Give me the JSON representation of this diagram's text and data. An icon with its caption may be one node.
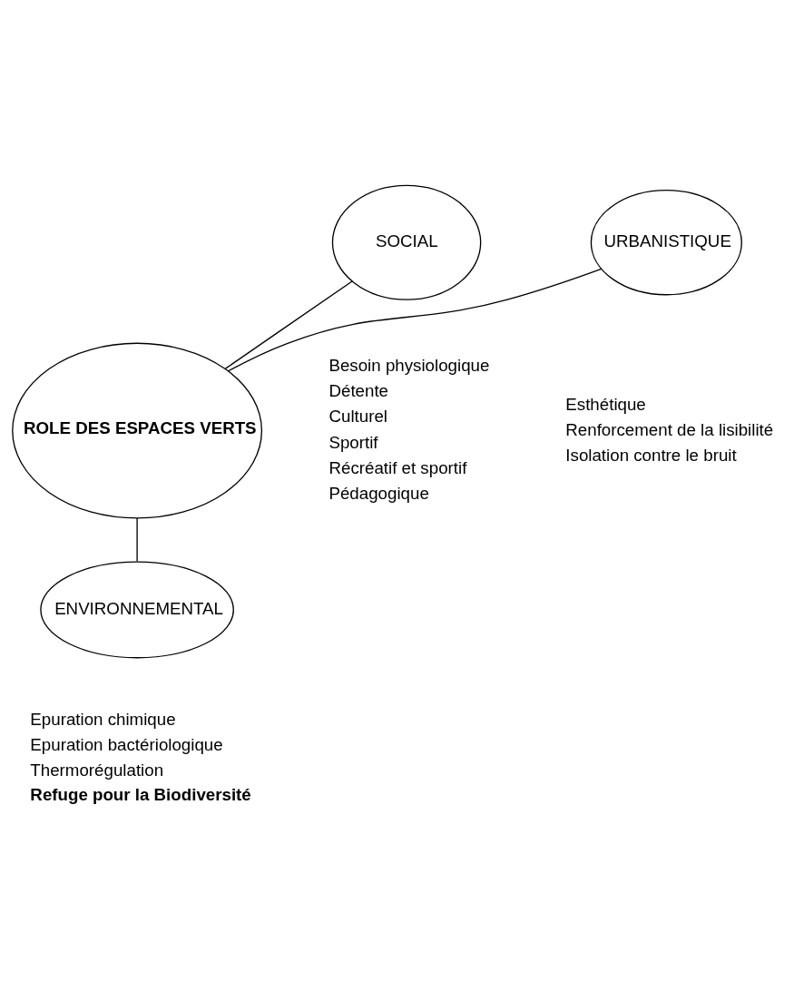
{
  "diagram": {
    "nodes": [
      {
        "text": [
          "ROLE DES ESPACES VERTS"
        ]
      },
      {
        "text": [
          "SOCIAL"
        ],
        "beside": [
          "Besoin physiologique",
          "Détente",
          "Culturel",
          "Sportif",
          "Récréatif et sportif",
          "Pédagogique"
        ]
      },
      {
        "text": [
          "URBANISTIQUE"
        ],
        "beside": [
          "Esthétique",
          "Renforcement de la lisibilité",
          "Isolation contre le bruit"
        ]
      },
      {
        "text": [
          "ENVIRONNEMENTAL"
        ],
        "beside": [
          "Epuration chimique",
          "Epuration bactériologique",
          "Thermorégulation",
          "**Refuge pour la Biodiversité**"
        ]
      }
    ],
    "edges": [
      {
        "from": 0,
        "to": 1,
        "arrow": "none"
      },
      {
        "from": 0,
        "to": 2,
        "arrow": "none"
      },
      {
        "from": 0,
        "to": 3,
        "arrow": "none"
      }
    ]
  }
}
